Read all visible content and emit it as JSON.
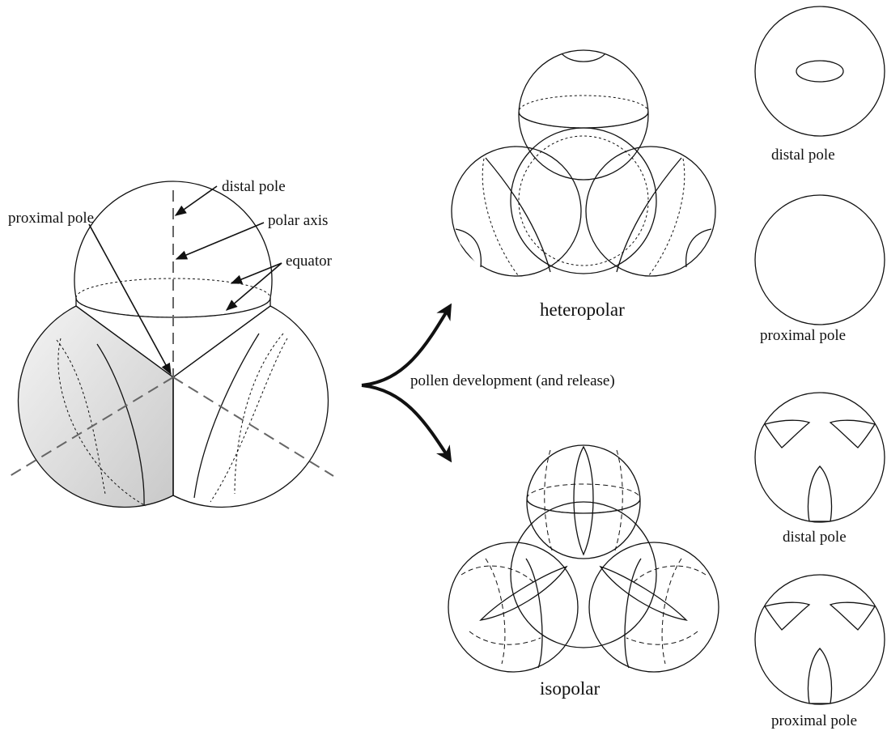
{
  "tetrad": {
    "labels": {
      "distal_pole": "distal pole",
      "proximal_pole": "proximal pole",
      "polar_axis": "polar axis",
      "equator": "equator"
    }
  },
  "process": {
    "label": "pollen development (and release)"
  },
  "heteropolar": {
    "title": "heteropolar",
    "views": {
      "distal": "distal pole",
      "proximal": "proximal pole"
    }
  },
  "isopolar": {
    "title": "isopolar",
    "views": {
      "distal": "distal pole",
      "proximal": "proximal pole"
    }
  }
}
